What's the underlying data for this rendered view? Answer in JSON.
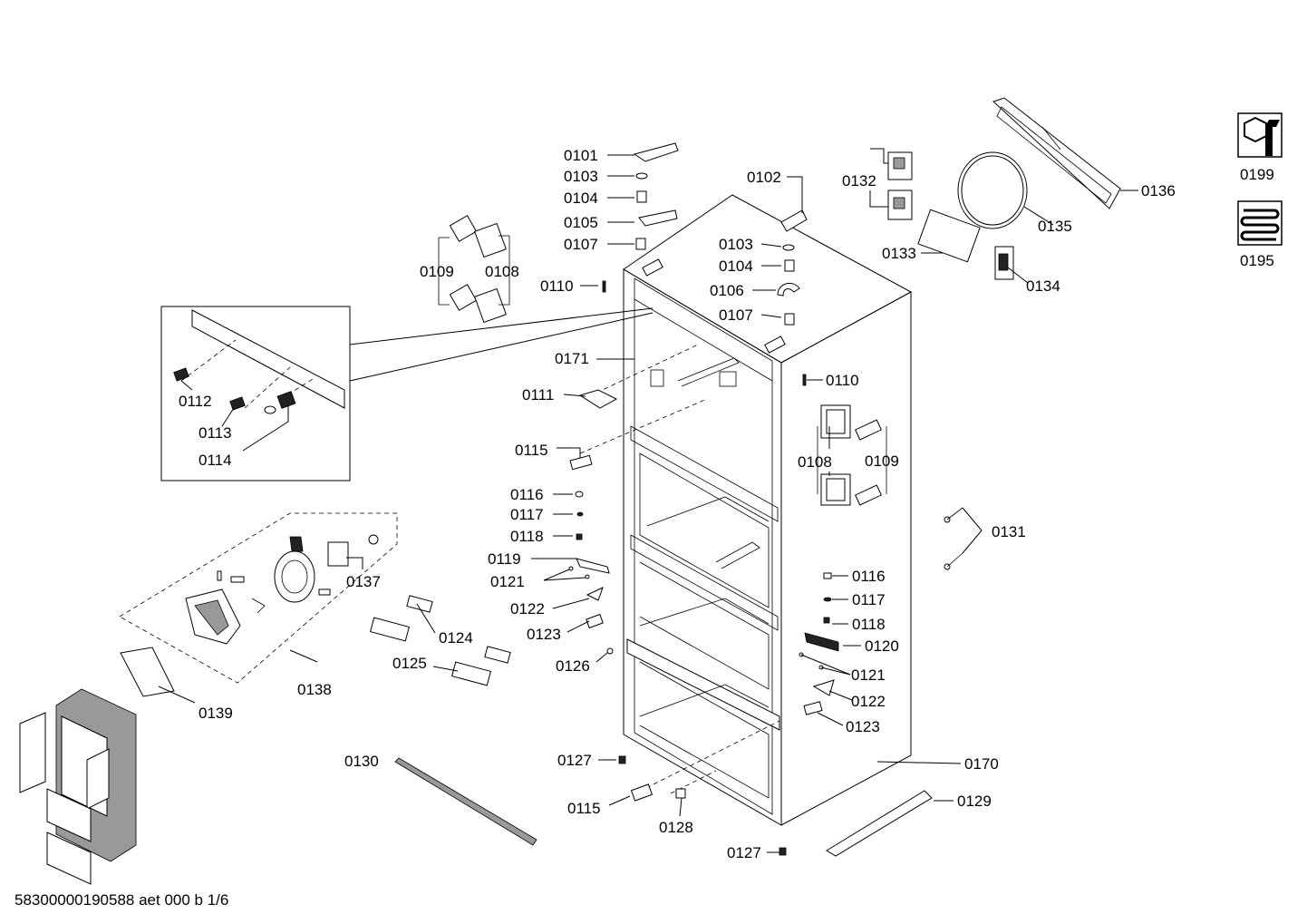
{
  "document_code": "58300000190588 aet 000 b 1/6",
  "legend": [
    {
      "code": "0199",
      "icon": "wrench-nut-icon"
    },
    {
      "code": "0195",
      "icon": "heating-coil-icon"
    }
  ],
  "labels": {
    "l0101": "0101",
    "l0103a": "0103",
    "l0104a": "0104",
    "l0105": "0105",
    "l0107a": "0107",
    "l0102": "0102",
    "l0103b": "0103",
    "l0104b": "0104",
    "l0106": "0106",
    "l0107b": "0107",
    "l0109a": "0109",
    "l0108a": "0108",
    "l0110a": "0110",
    "l0171": "0171",
    "l0111": "0111",
    "l0112": "0112",
    "l0113": "0113",
    "l0114": "0114",
    "l0115a": "0115",
    "l0116a": "0116",
    "l0117a": "0117",
    "l0118a": "0118",
    "l0119": "0119",
    "l0121a": "0121",
    "l0122a": "0122",
    "l0123a": "0123",
    "l0126": "0126",
    "l0124": "0124",
    "l0125": "0125",
    "l0137": "0137",
    "l0138": "0138",
    "l0139": "0139",
    "l0130": "0130",
    "l0127a": "0127",
    "l0115b": "0115",
    "l0128": "0128",
    "l0127b": "0127",
    "l0129": "0129",
    "l0170": "0170",
    "l0110b": "0110",
    "l0108b": "0108",
    "l0109b": "0109",
    "l0131": "0131",
    "l0116b": "0116",
    "l0117b": "0117",
    "l0118b": "0118",
    "l0120": "0120",
    "l0121b": "0121",
    "l0122b": "0122",
    "l0123b": "0123",
    "l0132": "0132",
    "l0133": "0133",
    "l0134": "0134",
    "l0135": "0135",
    "l0136": "0136"
  }
}
